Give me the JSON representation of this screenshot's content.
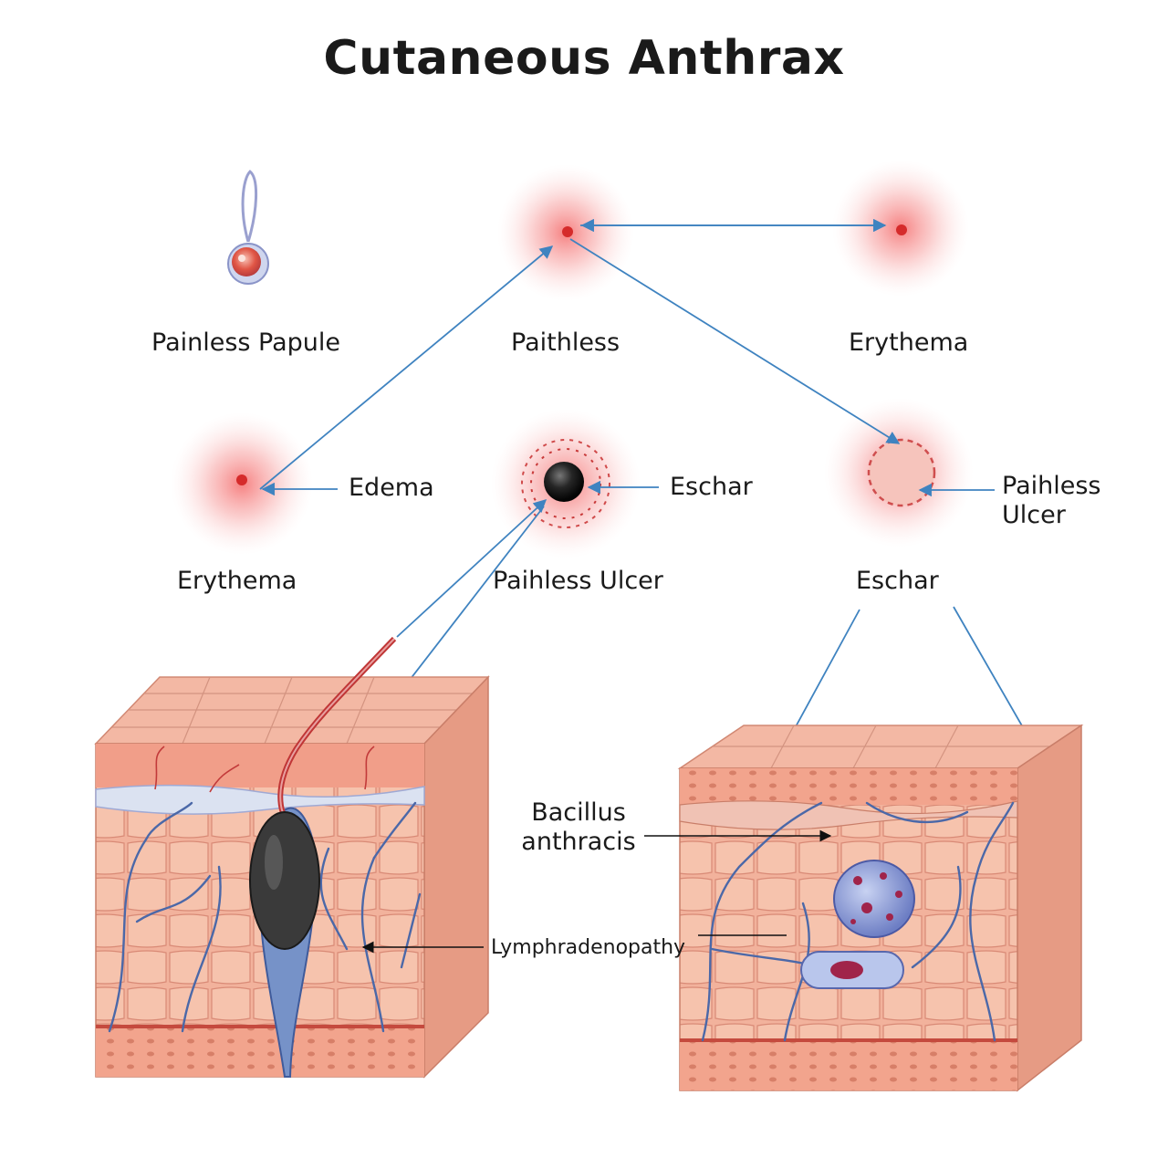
{
  "title": "Cutaneous Anthrax",
  "labels": {
    "painless_papule": "Painless Papule",
    "paithless": "Paithless",
    "erythema_top": "Erythema",
    "edema": "Edema",
    "eschar_mid": "Eschar",
    "paihless_ulcer_right": "Paihless\nUlcer",
    "erythema_left": "Erythema",
    "paihless_ulcer_mid": "Paihless Ulcer",
    "eschar_right": "Eschar",
    "bacillus": "Bacillus\nanthracis",
    "lymph": "Lymphradenopathy"
  },
  "colors": {
    "arrow": "#3f83c0",
    "lesion_glow": "#f4a0a0",
    "lesion_core": "#d52b2b",
    "eschar": "#1e1e1e",
    "skin": "#f0a994",
    "skin_top": "#f3b8a4",
    "vessel_blue": "#4b68a8",
    "vessel_red": "#c23a3a"
  }
}
